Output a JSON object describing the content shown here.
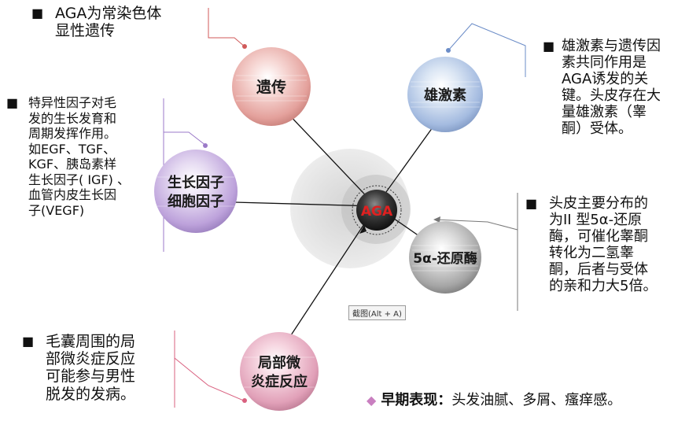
{
  "center": {
    "label": "AGA"
  },
  "nodes": {
    "genetics": {
      "label": "遗传"
    },
    "androgen": {
      "label": "雄激素"
    },
    "growth": {
      "label_line1": "生长因子",
      "label_line2": "细胞因子"
    },
    "reductase": {
      "label": "5α-还原酶"
    },
    "inflammation": {
      "label_line1": "局部微",
      "label_line2": "炎症反应"
    }
  },
  "notes": {
    "genetics": {
      "bullet": "■",
      "text": "AGA为常染色体\n显性遗传"
    },
    "androgen": {
      "bullet": "■",
      "text": "雄激素与遗传因\n素共同作用是\nAGA诱发的关\n键。头皮存在大\n量雄激素（睾\n酮）受体。"
    },
    "growth": {
      "bullet": "■",
      "text": "特异性因子对毛\n发的生长发育和\n周期发挥作用。\n如EGF、TGF、\nKGF、胰岛素样\n生长因子( IGF) 、\n血管内皮生长因\n子(VEGF)"
    },
    "reductase": {
      "bullet": "■",
      "text": "头皮主要分布的\n为II 型5α-还原\n酶，可催化睾酮\n转化为二氢睾\n酮，后者与受体\n的亲和力大5倍。"
    },
    "inflammation": {
      "bullet": "■",
      "text": "毛囊周围的局\n部微炎症反应\n可能参与男性\n脱发的发病。"
    }
  },
  "tooltip": {
    "text": "截图(Alt + A)"
  },
  "early": {
    "marker": "◆",
    "title": "早期表现：",
    "text": "头发油腻、多屑、瘙痒感。"
  },
  "colors": {
    "genetics": "#e8a9a5",
    "androgen": "#a9c0e2",
    "growth": "#c1a8dc",
    "reductase": "#a8a8a8",
    "inflammation": "#e3a7bd",
    "center": "#2e2e2e",
    "center_text": "#e02020",
    "halo": "#e8e8e8"
  }
}
